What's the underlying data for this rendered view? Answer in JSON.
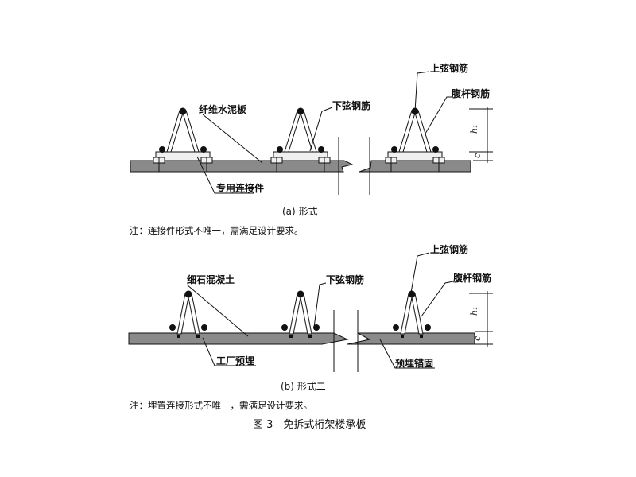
{
  "part_a": {
    "labels": {
      "top_chord": "上弦钢筋",
      "web_bar": "腹杆钢筋",
      "fiber_cement_board": "纤维水泥板",
      "bottom_chord": "下弦钢筋",
      "connector": "专用连接件"
    },
    "dims": {
      "h": "h₁",
      "c": "c"
    },
    "caption": "(a) 形式一",
    "note": "注：连接件形式不唯一，需满足设计要求。"
  },
  "part_b": {
    "labels": {
      "top_chord": "上弦钢筋",
      "web_bar": "腹杆钢筋",
      "fine_concrete": "细石混凝土",
      "bottom_chord": "下弦钢筋",
      "factory_embedded": "工厂预埋",
      "embedded_anchor": "预埋锚固"
    },
    "dims": {
      "h": "h₁",
      "c": "c"
    },
    "caption": "(b) 形式二",
    "note": "注：埋置连接形式不唯一，需满足设计要求。"
  },
  "figure_title": "图 3　免拆式桁架楼承板"
}
